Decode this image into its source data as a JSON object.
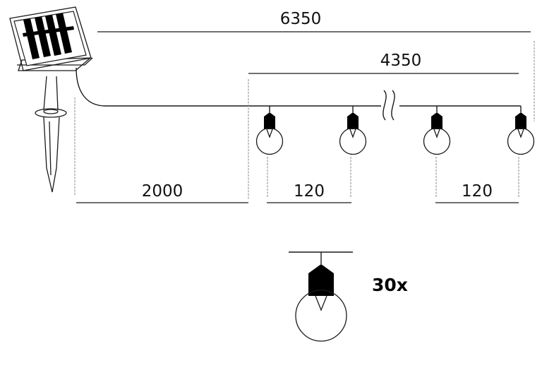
{
  "dimensions": {
    "total_length": "6350",
    "lit_length": "4350",
    "lead_cable": "2000",
    "bulb_spacing_left": "120",
    "bulb_spacing_right": "120"
  },
  "bulb_count": "30x",
  "colors": {
    "line": "#1a1a1a",
    "guide": "#8a8a8a",
    "fill": "#000000"
  },
  "icons": [
    "solar-panel-icon",
    "ground-stake-icon",
    "bulb-icon",
    "wire-break-icon"
  ]
}
